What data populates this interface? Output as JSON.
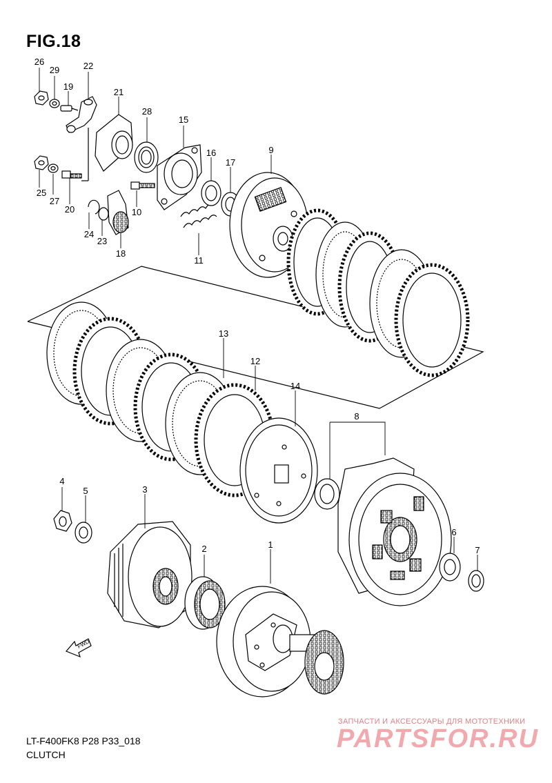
{
  "figure": {
    "title": "FIG.18",
    "code": "LT-F400FK8 P28 P33_018",
    "section": "CLUTCH"
  },
  "fwd_label": "FWD",
  "watermark": {
    "top_text": "ЗАПЧАСТИ И АКСЕССУАРЫ ДЛЯ МОТОТЕХНИКИ",
    "logo_text": "PARTSFOR.RU",
    "color": "#e07f86"
  },
  "parts": [
    {
      "id": "1",
      "label": "1"
    },
    {
      "id": "2",
      "label": "2"
    },
    {
      "id": "3",
      "label": "3"
    },
    {
      "id": "4",
      "label": "4"
    },
    {
      "id": "5",
      "label": "5"
    },
    {
      "id": "6",
      "label": "6"
    },
    {
      "id": "7",
      "label": "7"
    },
    {
      "id": "8",
      "label": "8"
    },
    {
      "id": "9",
      "label": "9"
    },
    {
      "id": "10",
      "label": "10"
    },
    {
      "id": "11",
      "label": "11"
    },
    {
      "id": "12",
      "label": "12"
    },
    {
      "id": "13",
      "label": "13"
    },
    {
      "id": "14",
      "label": "14"
    },
    {
      "id": "15",
      "label": "15"
    },
    {
      "id": "16",
      "label": "16"
    },
    {
      "id": "17",
      "label": "17"
    },
    {
      "id": "18",
      "label": "18"
    },
    {
      "id": "19",
      "label": "19"
    },
    {
      "id": "20",
      "label": "20"
    },
    {
      "id": "21",
      "label": "21"
    },
    {
      "id": "22",
      "label": "22"
    },
    {
      "id": "23",
      "label": "23"
    },
    {
      "id": "24",
      "label": "24"
    },
    {
      "id": "25",
      "label": "25"
    },
    {
      "id": "26",
      "label": "26"
    },
    {
      "id": "27",
      "label": "27"
    },
    {
      "id": "28",
      "label": "28"
    },
    {
      "id": "29",
      "label": "29"
    }
  ]
}
